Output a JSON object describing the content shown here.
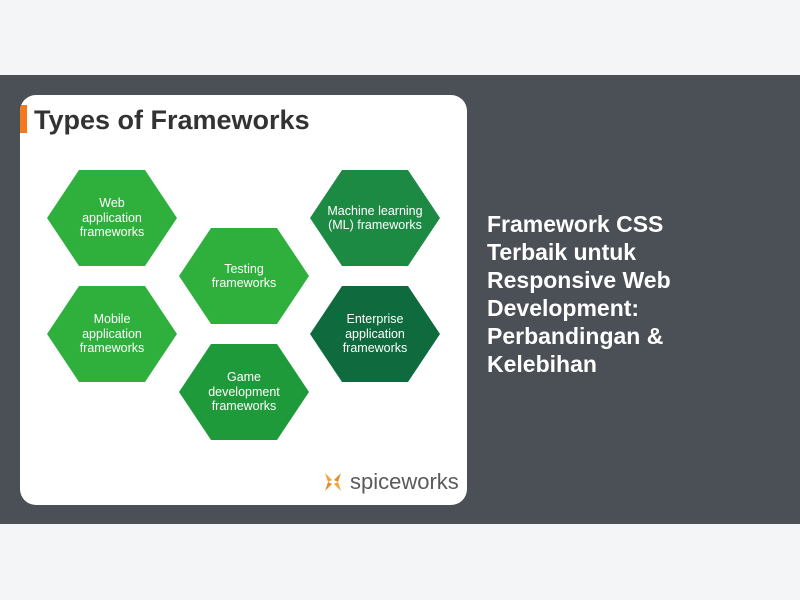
{
  "image": {
    "title": "Types of Frameworks",
    "hexagons": [
      {
        "label": "Web\napplication\nframeworks",
        "color": "#2fb03c"
      },
      {
        "label": "Testing\nframeworks",
        "color": "#2fb03c"
      },
      {
        "label": "Mobile\napplication\nframeworks",
        "color": "#2fb03c"
      },
      {
        "label": "Game\ndevelopment\nframeworks",
        "color": "#1f9a3a"
      },
      {
        "label": "Machine learning\n(ML) frameworks",
        "color": "#1d8a44"
      },
      {
        "label": "Enterprise\napplication\nframeworks",
        "color": "#0f6b3e"
      }
    ],
    "brand": "spiceworks"
  },
  "article": {
    "title": "Framework CSS Terbaik untuk Responsive Web Development: Perbandingan & Kelebihan"
  }
}
